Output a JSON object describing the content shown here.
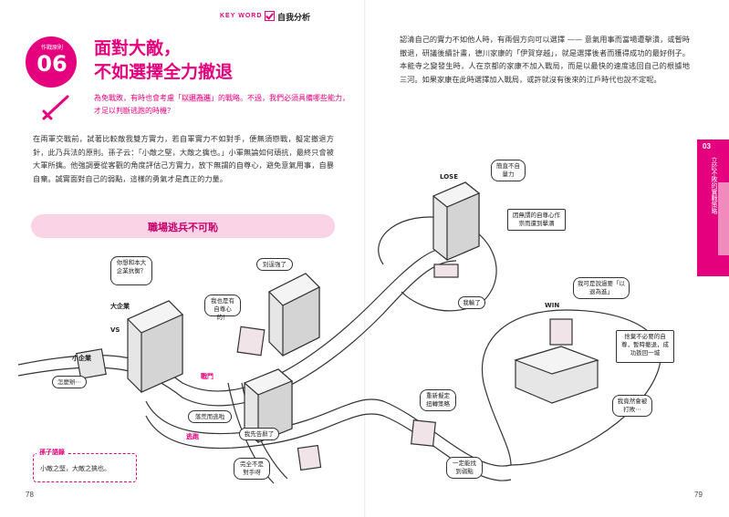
{
  "header": {
    "keyword": "KEY WORD",
    "section": "自我分析"
  },
  "badge": {
    "tag": "作戰原則",
    "number": "06"
  },
  "title": {
    "line1": "面對大敵，",
    "line2": "不如選擇全力撤退"
  },
  "subtitle": {
    "pre": "為免戰敗，有時也會考慮「",
    "highlight": "以退為進",
    "post": "」的戰略。不過，我們必須具備哪些能力，才足以判斷逃跑的時機？"
  },
  "left_body": "在兩軍交戰前，試著比較敵我雙方實力，若自軍實力不如對手，便無須戀戰，擬定撤退方針，此乃兵法的原則。孫子云：「小敵之堅，大敵之擒也。」小軍無論如何頑抗，最終只會被大軍所擒。他強調要從客觀的角度評估己方實力，放下無謂的自尊心，避免意氣用事，自暴自棄。誠實面對自己的弱點，這樣的勇氣才是真正的力量。",
  "right_body": "認清自己的實力不如他人時，有兩個方向可以選擇 —— 意氣用事而當場遭擊潰，或暫時撤退，研議後續計畫，德川家康的「伊賀穿越」，就是選擇後者而獲得成功的最好例子。本能寺之變發生時，人在京都的家康不加入戰局，而是以最快的速度逃回自己的根據地三河。如果家康在此時選擇加入戰局，或許就沒有後來的江戶時代也說不定呢。",
  "diagram": {
    "title": "職場逃兵不可恥",
    "labels": {
      "big_company": "大企業",
      "vs": "VS",
      "small_company": "小企業",
      "lose": "LOSE",
      "win": "WIN",
      "fight": "戰鬥",
      "flee": "逃跑"
    },
    "bubbles": {
      "b1": "你想和本大企業抗衡？",
      "b2": "別逞強了",
      "b3": "我也是有自尊心的！",
      "b4": "怎麼辦⋯",
      "b5": "落荒而逃啦",
      "b6": "我先告辭了",
      "b7": "完全不是對手呀",
      "b8": "簡直不自量力",
      "b9": "因無謂的自尊心作祟而遭到擊潰",
      "b10": "我輸了",
      "b11": "我可是說過要「以退為進」",
      "b12": "捨棄不必要的自尊，暫時撤退，成功扳回一城",
      "b13": "我竟然會被打敗⋯",
      "b14": "重新擬定扭轉策略",
      "b15": "一定能找到弱點"
    },
    "note": {
      "head": "孫子語錄",
      "body": "小敵之堅，大敵之擒也。"
    }
  },
  "side_tab": {
    "number": "03",
    "label": "立於不敗的實戰策略"
  },
  "page_numbers": {
    "left": "78",
    "right": "79"
  },
  "colors": {
    "accent": "#e5007e",
    "accent_light": "#fbd3e6"
  }
}
